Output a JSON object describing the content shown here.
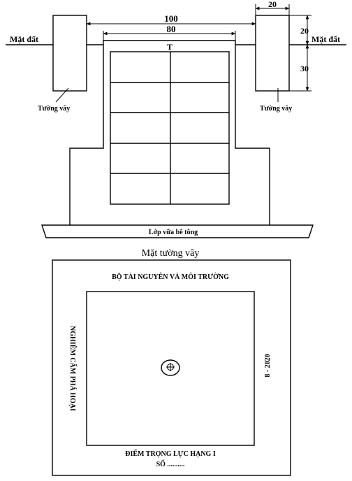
{
  "section_view": {
    "ground_label": "Mặt đất",
    "fence_wall_label": "Tường vây",
    "concrete_layer_label": "Lớp vữa bê tông",
    "marker_letter": "T",
    "dimensions": {
      "outer_width": "100",
      "inner_width": "80",
      "wall_thickness": "20",
      "above_ground": "20",
      "below_ground": "30"
    }
  },
  "plan_view": {
    "title": "Mặt tường vây",
    "top_text": "BỘ TÀI NGUYÊN VÀ MÔI TRƯỜNG",
    "left_text": "NGHIÊM CẤM PHÁ HOẠI",
    "right_text": "8 - 2020",
    "bottom_text": "ĐIỂM TRỌNG LỰC HẠNG I",
    "number_text": "SỐ ..........",
    "center_symbol": "⊕"
  }
}
